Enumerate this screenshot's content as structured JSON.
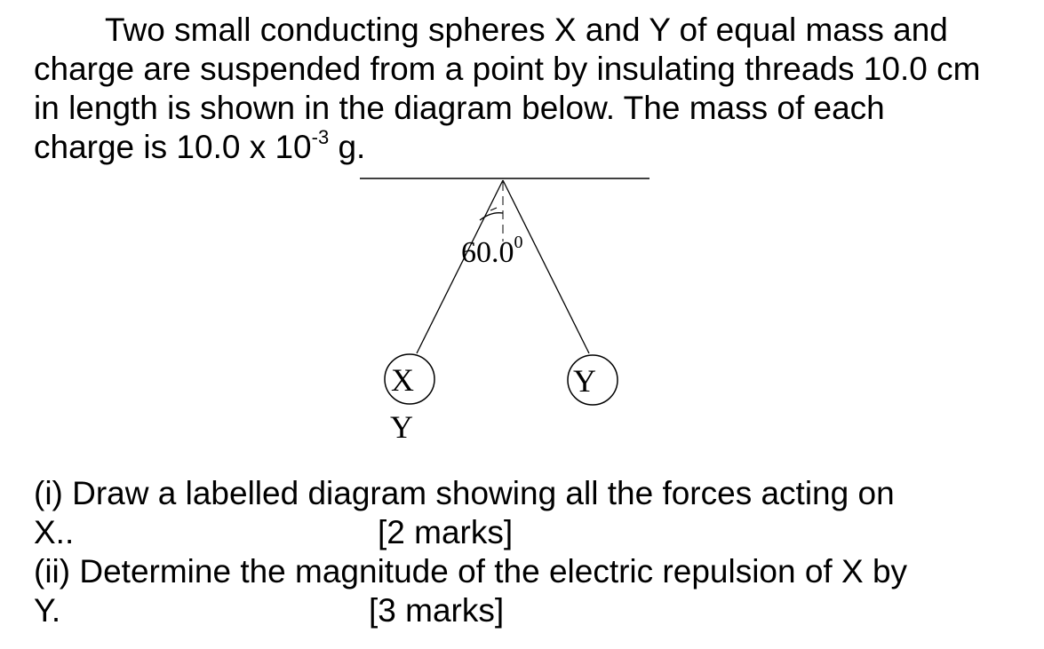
{
  "intro": {
    "line1": "Two small conducting spheres X and Y of equal mass and",
    "line2": "charge are suspended from a point by insulating threads 10.0 cm",
    "line3": "in length is shown in the diagram below. The mass of each",
    "line4_prefix": "charge is 10.0 x 10",
    "line4_exponent": "-3",
    "line4_suffix": " g."
  },
  "diagram": {
    "angle_label": "60.0",
    "angle_degree": "0",
    "sphere_left_label": "X",
    "sphere_right_label": "Y",
    "below_left_label": "Y"
  },
  "questions": {
    "q1_line1": "(i)  Draw a labelled diagram showing all the forces acting on",
    "q1_line2": "X..",
    "q1_marks": "[2 marks]",
    "q2_line1": "(ii)  Determine the magnitude of the electric repulsion of X by",
    "q2_line2": "Y.",
    "q2_marks": "[3 marks]"
  }
}
